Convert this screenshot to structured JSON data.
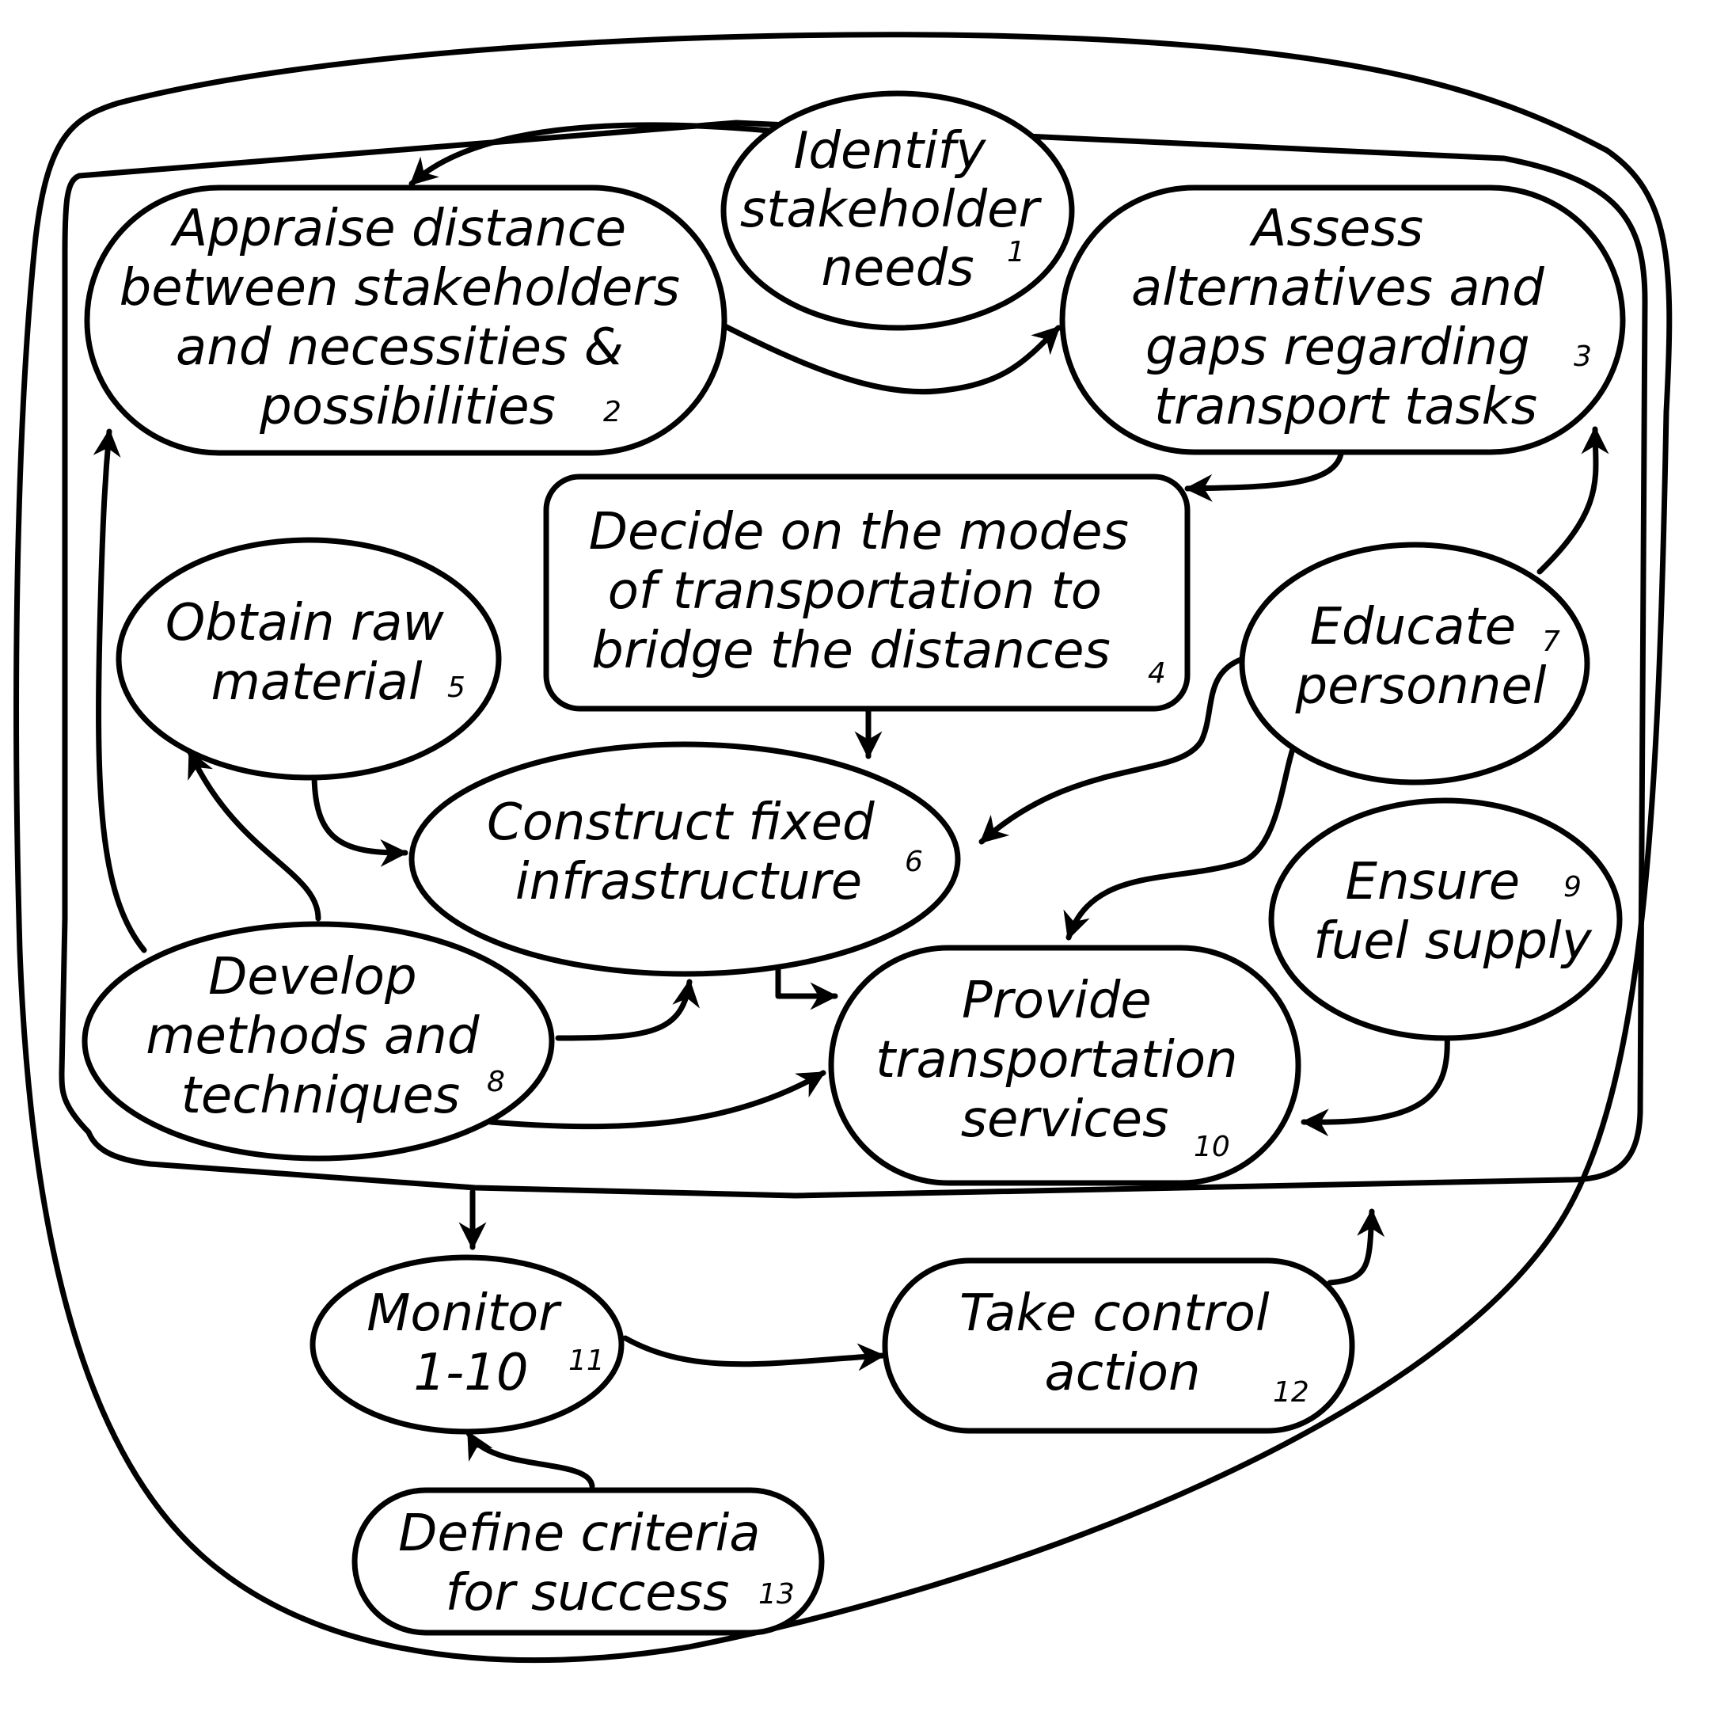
{
  "nodes": [
    {
      "id": "n1",
      "lines": [
        "Identify",
        "stakeholder",
        "needs"
      ],
      "number": "1"
    },
    {
      "id": "n2",
      "lines": [
        "Appraise distance",
        "between stakeholders",
        "and necessities &",
        "possibilities"
      ],
      "number": "2"
    },
    {
      "id": "n3",
      "lines": [
        "Assess",
        "alternatives and",
        "gaps regarding",
        "transport tasks"
      ],
      "number": "3"
    },
    {
      "id": "n4",
      "lines": [
        "Decide on the modes",
        "of transportation to",
        "bridge the distances"
      ],
      "number": "4"
    },
    {
      "id": "n5",
      "lines": [
        "Obtain raw",
        "material"
      ],
      "number": "5"
    },
    {
      "id": "n6",
      "lines": [
        "Construct fixed",
        "infrastructure"
      ],
      "number": "6"
    },
    {
      "id": "n7",
      "lines": [
        "Educate",
        "personnel"
      ],
      "number": "7"
    },
    {
      "id": "n8",
      "lines": [
        "Develop",
        "methods and",
        "techniques"
      ],
      "number": "8"
    },
    {
      "id": "n9",
      "lines": [
        "Ensure",
        "fuel supply"
      ],
      "number": "9"
    },
    {
      "id": "n10",
      "lines": [
        "Provide",
        "transportation",
        "services"
      ],
      "number": "10"
    },
    {
      "id": "n11",
      "lines": [
        "Monitor",
        "1-10"
      ],
      "number": "11"
    },
    {
      "id": "n12",
      "lines": [
        "Take control",
        "action"
      ],
      "number": "12"
    },
    {
      "id": "n13",
      "lines": [
        "Define criteria",
        "for success"
      ],
      "number": "13"
    }
  ],
  "edges": [
    {
      "from": "n1",
      "to": "n2"
    },
    {
      "from": "n2",
      "to": "n3"
    },
    {
      "from": "n3",
      "to": "n4"
    },
    {
      "from": "n4",
      "to": "n6"
    },
    {
      "from": "n5",
      "to": "n6"
    },
    {
      "from": "n7",
      "to": "n3"
    },
    {
      "from": "n7",
      "to": "n6"
    },
    {
      "from": "n7",
      "to": "n10"
    },
    {
      "from": "n8",
      "to": "n2"
    },
    {
      "from": "n8",
      "to": "n5"
    },
    {
      "from": "n8",
      "to": "n6"
    },
    {
      "from": "n8",
      "to": "n10"
    },
    {
      "from": "n6",
      "to": "n10"
    },
    {
      "from": "n9",
      "to": "n10"
    },
    {
      "from": "group-1-10",
      "to": "n11"
    },
    {
      "from": "n11",
      "to": "n12"
    },
    {
      "from": "n12",
      "to": "group-1-10"
    },
    {
      "from": "n13",
      "to": "n11"
    }
  ]
}
